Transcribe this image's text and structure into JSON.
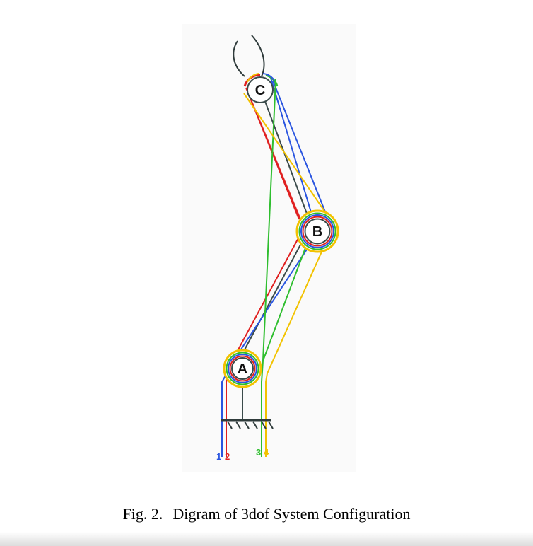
{
  "diagram": {
    "nodes": [
      {
        "id": "A",
        "label": "A"
      },
      {
        "id": "B",
        "label": "B"
      },
      {
        "id": "C",
        "label": "C"
      }
    ],
    "cable_labels": [
      {
        "text": "1",
        "color": "#2a55e0"
      },
      {
        "text": "2",
        "color": "#e02020"
      },
      {
        "text": "3",
        "color": "#2fbe2f"
      },
      {
        "text": "4",
        "color": "#f2c200"
      }
    ],
    "colors": {
      "blue": "#2a55e0",
      "red": "#e02020",
      "green": "#2fbe2f",
      "yellow": "#f2c200",
      "link": "#3a4a4a"
    }
  },
  "caption": {
    "number": "Fig. 2.",
    "text": "Digram of 3dof System Configuration"
  }
}
